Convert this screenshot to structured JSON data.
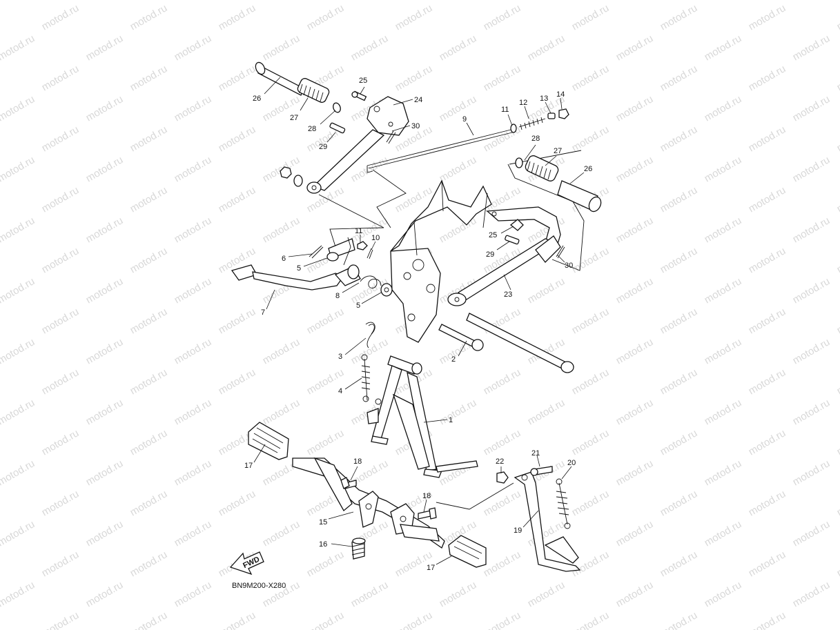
{
  "watermark": "motod.ru",
  "diagram_code": "BN9M200-X280",
  "fwd_label": "FWD",
  "colors": {
    "line": "#111111",
    "watermark": "#d8d8d8",
    "background": "#ffffff"
  },
  "callouts": [
    {
      "id": "c1",
      "text": "1"
    },
    {
      "id": "c2",
      "text": "2"
    },
    {
      "id": "c3",
      "text": "3"
    },
    {
      "id": "c4",
      "text": "4"
    },
    {
      "id": "c5a",
      "text": "5"
    },
    {
      "id": "c5b",
      "text": "5"
    },
    {
      "id": "c6",
      "text": "6"
    },
    {
      "id": "c7",
      "text": "7"
    },
    {
      "id": "c8",
      "text": "8"
    },
    {
      "id": "c9",
      "text": "9"
    },
    {
      "id": "c10",
      "text": "10"
    },
    {
      "id": "c11a",
      "text": "11"
    },
    {
      "id": "c11b",
      "text": "11"
    },
    {
      "id": "c12",
      "text": "12"
    },
    {
      "id": "c13",
      "text": "13"
    },
    {
      "id": "c14",
      "text": "14"
    },
    {
      "id": "c15",
      "text": "15"
    },
    {
      "id": "c16",
      "text": "16"
    },
    {
      "id": "c17a",
      "text": "17"
    },
    {
      "id": "c17b",
      "text": "17"
    },
    {
      "id": "c18a",
      "text": "18"
    },
    {
      "id": "c18b",
      "text": "18"
    },
    {
      "id": "c19",
      "text": "19"
    },
    {
      "id": "c20",
      "text": "20"
    },
    {
      "id": "c21",
      "text": "21"
    },
    {
      "id": "c22",
      "text": "22"
    },
    {
      "id": "c23",
      "text": "23"
    },
    {
      "id": "c24",
      "text": "24"
    },
    {
      "id": "c25a",
      "text": "25"
    },
    {
      "id": "c25b",
      "text": "25"
    },
    {
      "id": "c26a",
      "text": "26"
    },
    {
      "id": "c26b",
      "text": "26"
    },
    {
      "id": "c27a",
      "text": "27"
    },
    {
      "id": "c27b",
      "text": "27"
    },
    {
      "id": "c28a",
      "text": "28"
    },
    {
      "id": "c28b",
      "text": "28"
    },
    {
      "id": "c29a",
      "text": "29"
    },
    {
      "id": "c29b",
      "text": "29"
    },
    {
      "id": "c30a",
      "text": "30"
    },
    {
      "id": "c30b",
      "text": "30"
    }
  ]
}
